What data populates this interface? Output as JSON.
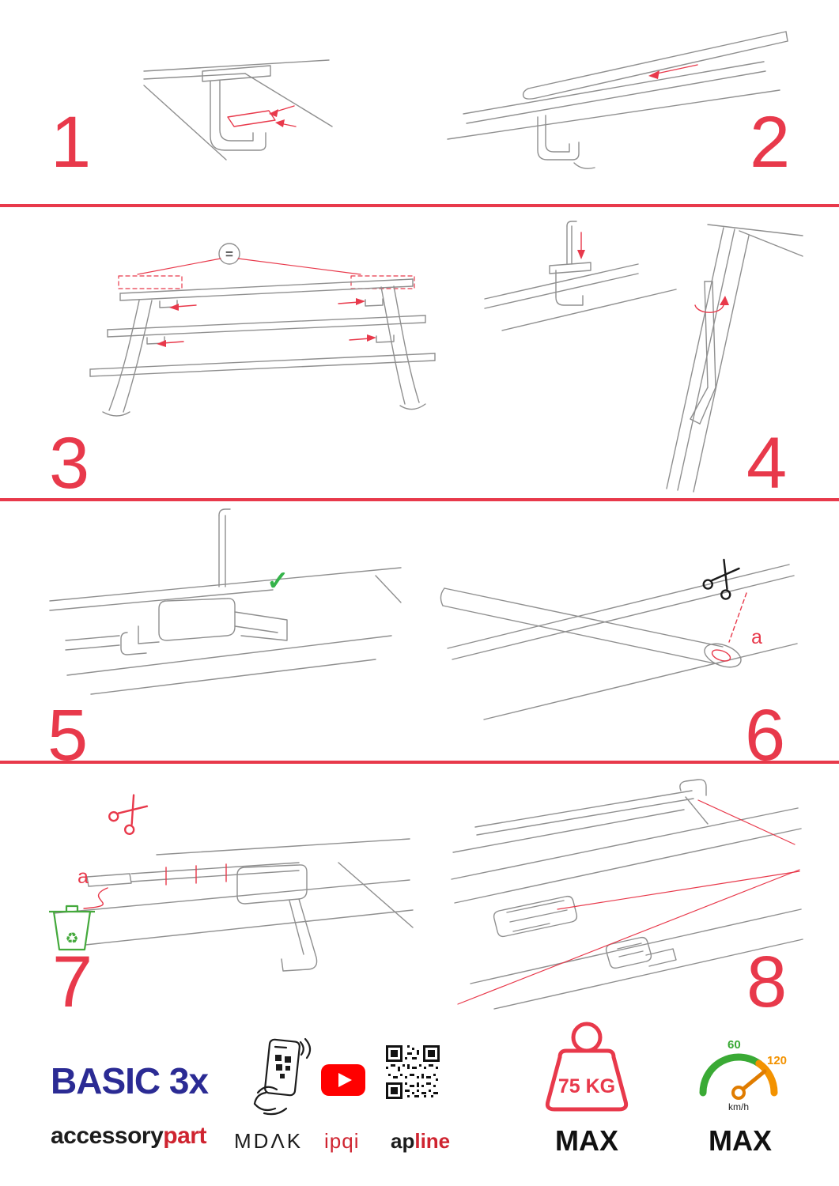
{
  "document": {
    "type": "roof-rack-installation-instructions",
    "product": "BASIC 3x",
    "step_count": 8
  },
  "colors": {
    "accent_red": "#e8394b",
    "brand_blue": "#2b2b94",
    "logo_red": "#cf2430",
    "check_green": "#35b34a",
    "bin_green": "#44a93c",
    "gauge_green": "#3aaa35",
    "gauge_orange": "#f39200",
    "line_gray": "#8f8f8f",
    "youtube_red": "#ff0000"
  },
  "icons": {
    "check": "✓",
    "recycle": "♻"
  },
  "steps": [
    {
      "number": "1"
    },
    {
      "number": "2"
    },
    {
      "number": "3",
      "equal_sign": "="
    },
    {
      "number": "4"
    },
    {
      "number": "5"
    },
    {
      "number": "6",
      "part_label": "a"
    },
    {
      "number": "7",
      "part_label": "a"
    },
    {
      "number": "8"
    }
  ],
  "footer": {
    "product_name": "BASIC 3x",
    "brand": {
      "prefix": "accessory",
      "suffix": "part"
    },
    "logos": {
      "mdak": "MDΛK",
      "ipqi": "ipqi",
      "apline_prefix": "ap",
      "apline_suffix": "line"
    },
    "weight_limit": {
      "value": "75 KG",
      "label": "MAX"
    },
    "speed_limit": {
      "min": "60",
      "max": "120",
      "unit": "km/h",
      "label": "MAX"
    }
  }
}
